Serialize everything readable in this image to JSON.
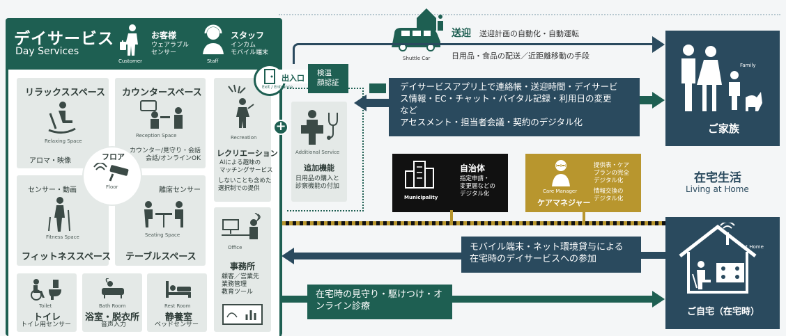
{
  "day_services": {
    "title": "デイサービス",
    "subtitle": "Day Services"
  },
  "customer": {
    "label": "お客様",
    "desc": "ウェアラブル\nセンサー",
    "en": "Customer"
  },
  "staff": {
    "label": "スタッフ",
    "desc": "インカム\nモバイル端末",
    "en": "Staff"
  },
  "entrance": {
    "label": "出入口",
    "en": "Exit / Entrance",
    "check": "検温\n顔認証"
  },
  "floor": {
    "label": "フロア",
    "en": "Floor"
  },
  "spaces": {
    "relax": {
      "title": "リラックススペース",
      "en": "Relaxing Space",
      "note": "アロマ・映像"
    },
    "counter": {
      "title": "カウンタースペース",
      "en": "Reception Space",
      "note": "カウンター/見守り・会話\n会話/オンラインOK"
    },
    "fitness": {
      "title": "フィットネススペース",
      "en": "Fitness Space",
      "note": "センサー・動画"
    },
    "seating": {
      "title": "テーブルスペース",
      "en": "Seating Space",
      "note": "離席センサー"
    },
    "toilet": {
      "title": "トイレ",
      "en": "Toilet",
      "note": "トイレ用センサー"
    },
    "bath": {
      "title": "浴室・脱衣所",
      "en": "Bath Room",
      "note": "音声入力"
    },
    "rest": {
      "title": "静養室",
      "en": "Rest Room",
      "note": "ベッドセンサー"
    }
  },
  "recreation": {
    "en": "Recreation",
    "title": "レクリエーション",
    "desc": "AIによる趣味の\nマッチングサービス",
    "desc2": "しないことも含めた\n選択制での提供"
  },
  "additional": {
    "en": "Additional Service",
    "title": "追加機能",
    "desc": "日用品の購入と\n診察機能の付加"
  },
  "office": {
    "en": "Office",
    "title": "事務所",
    "desc": "顧客／営業先\n業務管理\n教育ツール"
  },
  "shuttle": {
    "label": "送迎",
    "desc1": "送迎計画の自動化・自動運転",
    "en": "Shuttle Car",
    "desc2": "日用品・食品の配送／近距離移動の手段"
  },
  "app_box": {
    "line1": "デイサービスアプリ上で連絡帳・送迎時間・デイサービ\nス情報・EC・チャット・バイタル記録・利用日の変更\nなど",
    "line2": "アセスメント・担当者会議・契約のデジタル化"
  },
  "family": {
    "en": "Family",
    "label": "ご家族"
  },
  "municipality": {
    "title": "自治体",
    "en": "Municipality",
    "desc": "指定申請・\n変更届などの\nデジタル化"
  },
  "care_manager": {
    "en": "Care Manager",
    "title": "ケアマネジャー",
    "desc1": "提供表・ケア\nプランの完全\nデジタル化",
    "desc2": "情報交換の\nデジタル化"
  },
  "living": {
    "title": "在宅生活",
    "en": "Living at Home"
  },
  "mobile_box": "モバイル端末・ネット環境貸与による\n在宅時のデイサービスへの参加",
  "watch_box": "在宅時の見守り・駆けつけ・オ\nンライン診療",
  "home": {
    "en": "at Home",
    "label": "ご自宅（在宅時）"
  },
  "colors": {
    "green": "#1e5f52",
    "navy": "#2a4a5e",
    "gold": "#b8962e",
    "black": "#111111",
    "tile": "#e4e9e7"
  }
}
